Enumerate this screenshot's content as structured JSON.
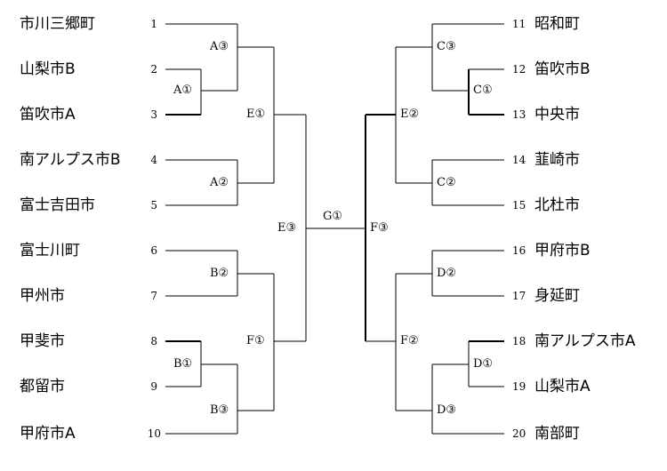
{
  "left_teams": [
    {
      "seed": "1",
      "name": "市川三郷町"
    },
    {
      "seed": "2",
      "name": "山梨市B"
    },
    {
      "seed": "3",
      "name": "笛吹市A"
    },
    {
      "seed": "4",
      "name": "南アルプス市B"
    },
    {
      "seed": "5",
      "name": "富士吉田市"
    },
    {
      "seed": "6",
      "name": "富士川町"
    },
    {
      "seed": "7",
      "name": "甲州市"
    },
    {
      "seed": "8",
      "name": "甲斐市"
    },
    {
      "seed": "9",
      "name": "都留市"
    },
    {
      "seed": "10",
      "name": "甲府市A"
    }
  ],
  "right_teams": [
    {
      "seed": "11",
      "name": "昭和町"
    },
    {
      "seed": "12",
      "name": "笛吹市B"
    },
    {
      "seed": "13",
      "name": "中央市"
    },
    {
      "seed": "14",
      "name": "韮崎市"
    },
    {
      "seed": "15",
      "name": "北杜市"
    },
    {
      "seed": "16",
      "name": "甲府市B"
    },
    {
      "seed": "17",
      "name": "身延町"
    },
    {
      "seed": "18",
      "name": "南アルプス市A"
    },
    {
      "seed": "19",
      "name": "山梨市A"
    },
    {
      "seed": "20",
      "name": "南部町"
    }
  ],
  "matches": {
    "A1": "A①",
    "A2": "A②",
    "A3": "A③",
    "B1": "B①",
    "B2": "B②",
    "B3": "B③",
    "C1": "C①",
    "C2": "C②",
    "C3": "C③",
    "D1": "D①",
    "D2": "D②",
    "D3": "D③",
    "E1": "E①",
    "E2": "E②",
    "E3": "E③",
    "F1": "F①",
    "F2": "F②",
    "F3": "F③",
    "G1": "G①"
  },
  "colors": {
    "line": "#000000",
    "text": "#000000",
    "background": "#ffffff"
  }
}
